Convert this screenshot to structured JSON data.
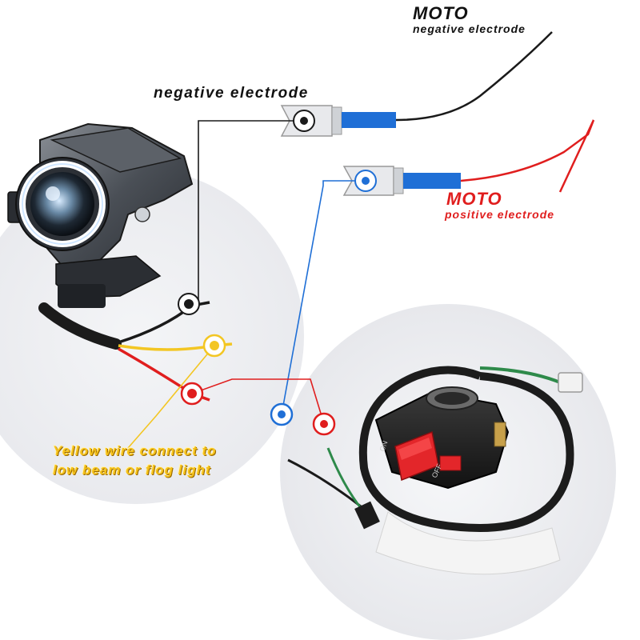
{
  "labels": {
    "moto_negative_title": "MOTO",
    "moto_negative_sub": "negative electrode",
    "negative_electrode": "negative electrode",
    "moto_positive_title": "MOTO",
    "moto_positive_sub": "positive electrode",
    "yellow_note_line1": "Yellow wire connect to",
    "yellow_note_line2": "low beam or flog light"
  },
  "switch": {
    "on_label": "ON",
    "off_label": "OFF"
  },
  "colors": {
    "negative_wire": "#1a1a1a",
    "positive_wire": "#e01e1e",
    "switch_wire": "#1f6fd6",
    "yellow_wire": "#f3c623",
    "connector_sleeve": "#1f6fd6",
    "switch_button": "#e3262a",
    "switch_wire_green": "#2e8a4a"
  }
}
